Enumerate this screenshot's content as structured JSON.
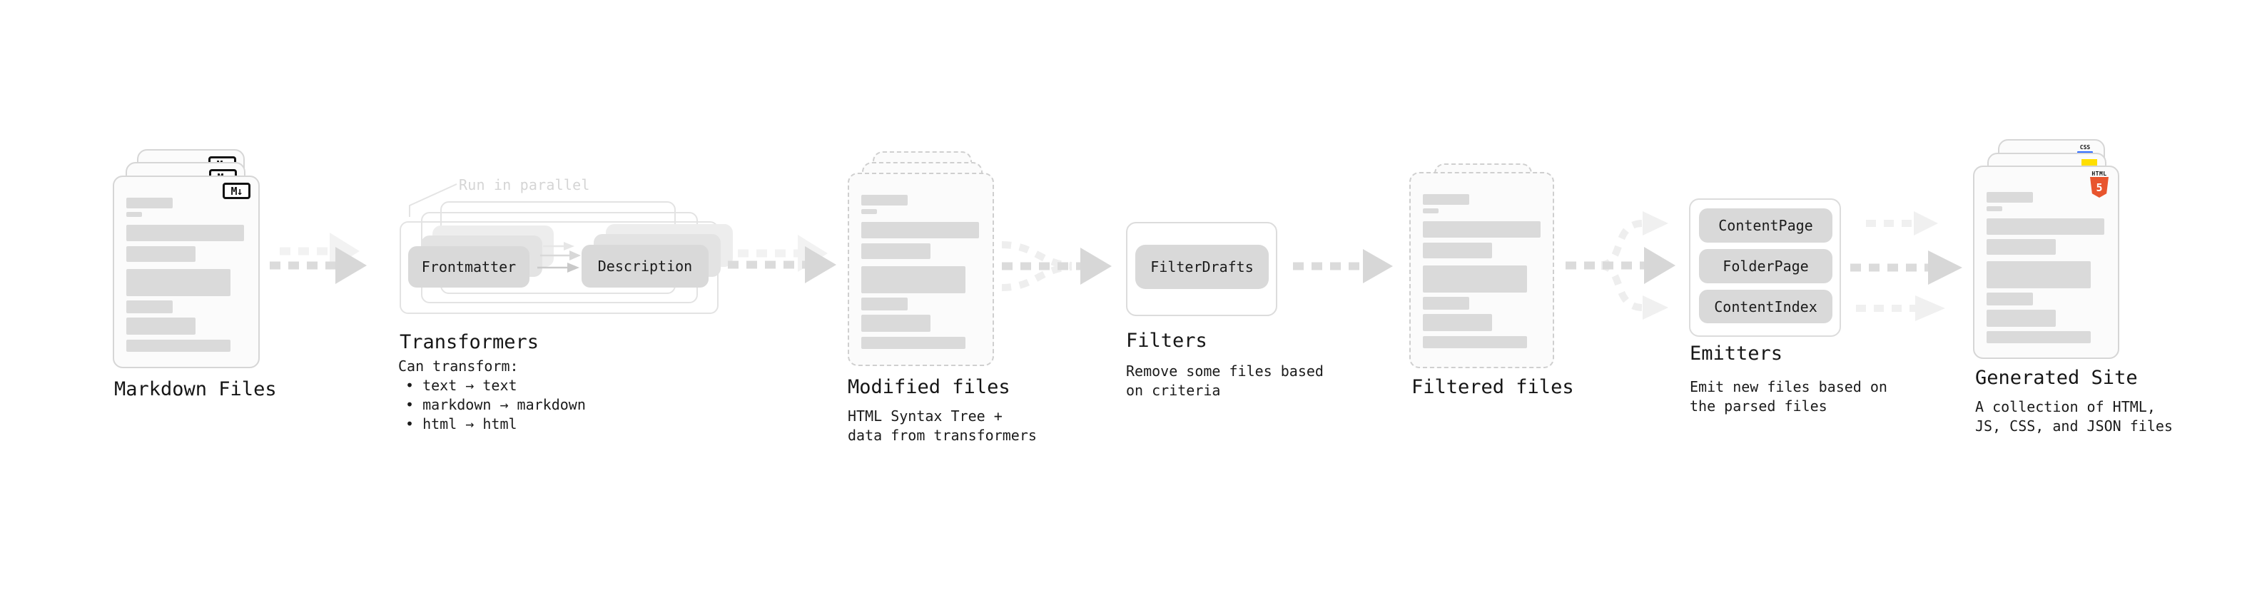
{
  "annotation": {
    "run_in_parallel": "Run in parallel"
  },
  "stages": {
    "markdown_files": {
      "label": "Markdown Files",
      "badge": "M↓"
    },
    "transformers": {
      "label": "Transformers",
      "buttons": {
        "frontmatter": "Frontmatter",
        "description": "Description"
      },
      "description_heading": "Can transform:",
      "bullets": [
        "text → text",
        "markdown → markdown",
        "html → html"
      ]
    },
    "modified_files": {
      "label": "Modified files",
      "description_lines": [
        "HTML Syntax Tree +",
        "data from transformers"
      ]
    },
    "filters": {
      "label": "Filters",
      "buttons": {
        "filter_drafts": "FilterDrafts"
      },
      "description_lines": [
        "Remove some files based",
        "on criteria"
      ]
    },
    "filtered_files": {
      "label": "Filtered files"
    },
    "emitters": {
      "label": "Emitters",
      "buttons": {
        "content_page": "ContentPage",
        "folder_page": "FolderPage",
        "content_index": "ContentIndex"
      },
      "description_lines": [
        "Emit new files based on",
        "the parsed files"
      ]
    },
    "generated_site": {
      "label": "Generated Site",
      "badges": {
        "css": "CSS",
        "html": "HTML",
        "html_number": "5"
      },
      "description_lines": [
        "A collection of HTML,",
        "JS, CSS, and JSON files"
      ]
    }
  },
  "colors": {
    "chip_fill": "#d9d9d9",
    "arrow": "#dbdbdb",
    "accent_html5": "#e8552e",
    "accent_js": "#ffdf00",
    "accent_css": "#2f6bff"
  }
}
